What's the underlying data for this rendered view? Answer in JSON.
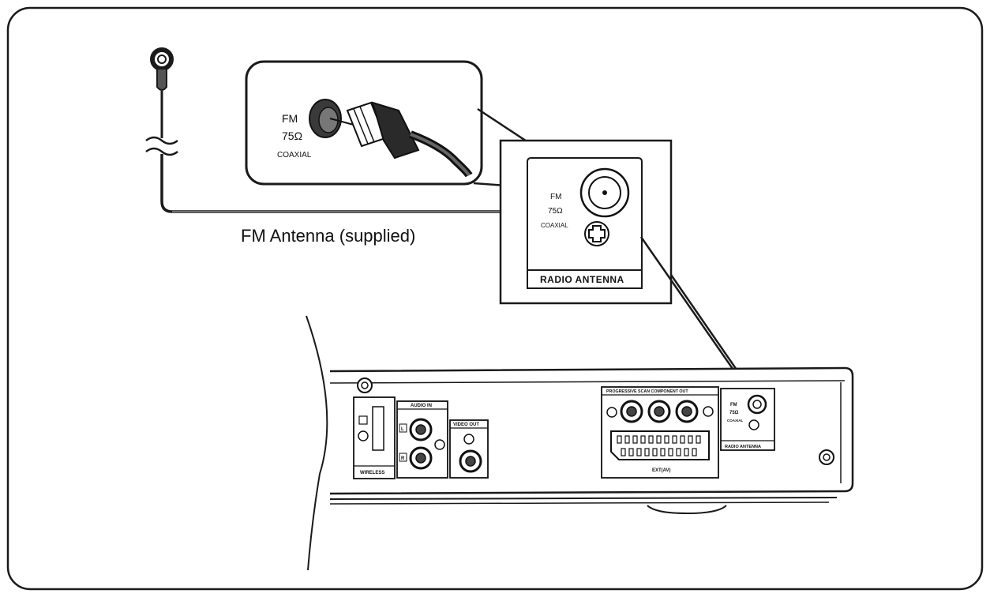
{
  "inset": {
    "fm_label": "FM",
    "ohm_label": "75Ω",
    "coaxial_label": "COAXIAL"
  },
  "antenna": {
    "caption": "FM Antenna (supplied)"
  },
  "zoom_panel": {
    "fm_label": "FM",
    "ohm_label": "75Ω",
    "coaxial_label": "COAXIAL",
    "section_label": "RADIO ANTENNA"
  },
  "rear_panel": {
    "wireless_label": "WIRELESS",
    "audio_in_label": "AUDIO IN",
    "audio_l": "L",
    "audio_r": "R",
    "video_out_label": "VIDEO OUT",
    "component_out_label": "PROGRESSIVE SCAN COMPONENT OUT",
    "scart_label": "EXT(AV)",
    "radio_fm": "FM",
    "radio_ohm": "75Ω",
    "radio_coaxial": "COAXIAL",
    "radio_antenna_label": "RADIO ANTENNA"
  },
  "colors": {
    "line": "#1a1a1a",
    "panel_fill": "#ffffff",
    "connector_dark": "#3a3a3a"
  }
}
